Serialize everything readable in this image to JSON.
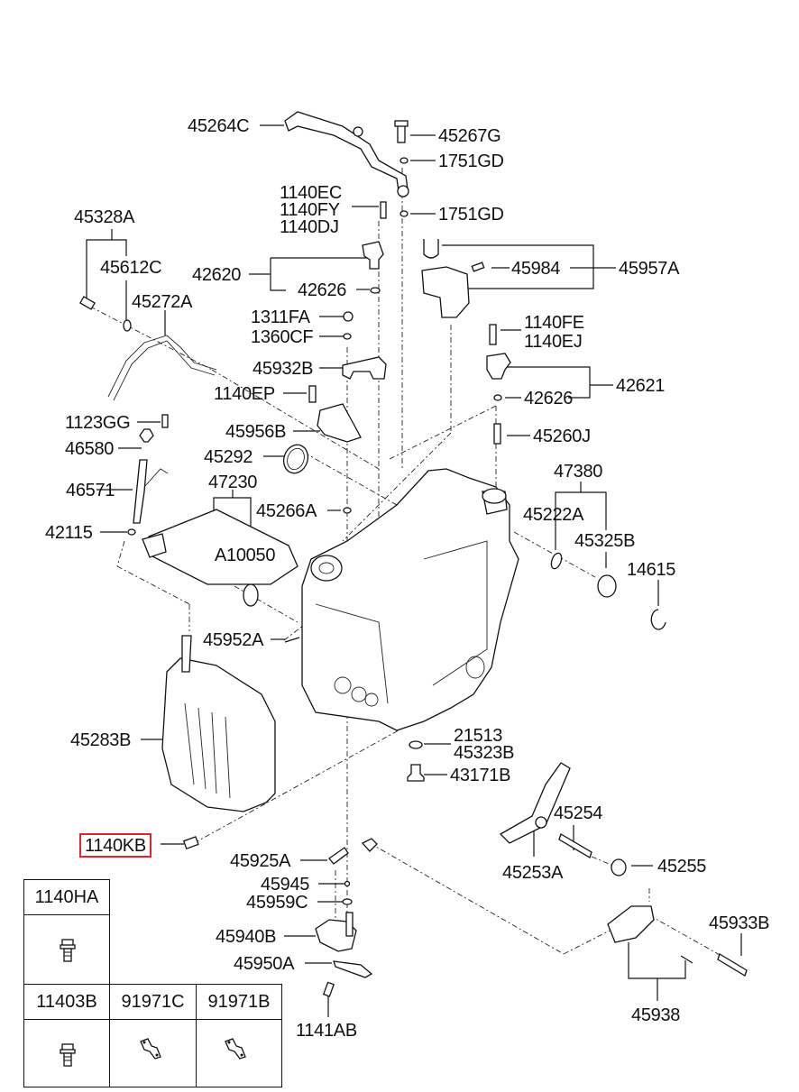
{
  "diagram": {
    "title": "Auto Transaxle Case",
    "highlight_color": "#e0262b",
    "highlighted_part": "1140KB",
    "labels": [
      {
        "id": "45264C",
        "text": "45264C"
      },
      {
        "id": "45267G",
        "text": "45267G"
      },
      {
        "id": "1751GD_a",
        "text": "1751GD"
      },
      {
        "id": "1140EC",
        "text": "1140EC"
      },
      {
        "id": "1140FY",
        "text": "1140FY"
      },
      {
        "id": "1140DJ",
        "text": "1140DJ"
      },
      {
        "id": "1751GD_b",
        "text": "1751GD"
      },
      {
        "id": "45328A",
        "text": "45328A"
      },
      {
        "id": "45612C",
        "text": "45612C"
      },
      {
        "id": "42620",
        "text": "42620"
      },
      {
        "id": "42626_a",
        "text": "42626"
      },
      {
        "id": "45984",
        "text": "45984"
      },
      {
        "id": "45957A",
        "text": "45957A"
      },
      {
        "id": "45272A",
        "text": "45272A"
      },
      {
        "id": "1311FA",
        "text": "1311FA"
      },
      {
        "id": "1360CF",
        "text": "1360CF"
      },
      {
        "id": "1140FE",
        "text": "1140FE"
      },
      {
        "id": "1140EJ",
        "text": "1140EJ"
      },
      {
        "id": "45932B",
        "text": "45932B"
      },
      {
        "id": "42621",
        "text": "42621"
      },
      {
        "id": "1140EP",
        "text": "1140EP"
      },
      {
        "id": "42626_b",
        "text": "42626"
      },
      {
        "id": "1123GG",
        "text": "1123GG"
      },
      {
        "id": "45956B",
        "text": "45956B"
      },
      {
        "id": "45260J",
        "text": "45260J"
      },
      {
        "id": "46580",
        "text": "46580"
      },
      {
        "id": "45292",
        "text": "45292"
      },
      {
        "id": "47380",
        "text": "47380"
      },
      {
        "id": "47230",
        "text": "47230"
      },
      {
        "id": "46571",
        "text": "46571"
      },
      {
        "id": "45266A",
        "text": "45266A"
      },
      {
        "id": "45222A",
        "text": "45222A"
      },
      {
        "id": "42115",
        "text": "42115"
      },
      {
        "id": "45325B",
        "text": "45325B"
      },
      {
        "id": "A10050",
        "text": "A10050"
      },
      {
        "id": "14615",
        "text": "14615"
      },
      {
        "id": "45952A",
        "text": "45952A"
      },
      {
        "id": "21513",
        "text": "21513"
      },
      {
        "id": "45283B",
        "text": "45283B"
      },
      {
        "id": "45323B",
        "text": "45323B"
      },
      {
        "id": "43171B",
        "text": "43171B"
      },
      {
        "id": "45254",
        "text": "45254"
      },
      {
        "id": "1140KB",
        "text": "1140KB"
      },
      {
        "id": "45925A",
        "text": "45925A"
      },
      {
        "id": "45253A",
        "text": "45253A"
      },
      {
        "id": "45255",
        "text": "45255"
      },
      {
        "id": "45945",
        "text": "45945"
      },
      {
        "id": "45959C",
        "text": "45959C"
      },
      {
        "id": "45933B",
        "text": "45933B"
      },
      {
        "id": "45940B",
        "text": "45940B"
      },
      {
        "id": "45950A",
        "text": "45950A"
      },
      {
        "id": "45938",
        "text": "45938"
      },
      {
        "id": "1141AB",
        "text": "1141AB"
      }
    ]
  },
  "legend_table": {
    "cells": [
      {
        "part": "1140HA",
        "icon": "flange-bolt-icon"
      },
      {
        "part": "11403B",
        "icon": "flange-bolt-icon"
      },
      {
        "part": "91971C",
        "icon": "wiring-clip-icon"
      },
      {
        "part": "91971B",
        "icon": "wiring-clip-icon"
      }
    ]
  }
}
